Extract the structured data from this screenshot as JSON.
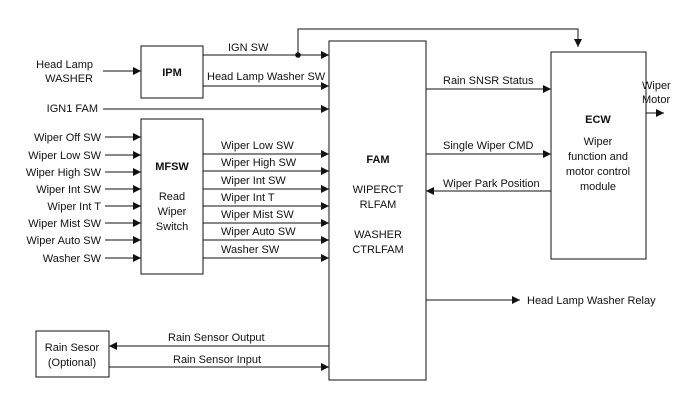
{
  "inputs_left": {
    "head_lamp_washer": [
      "Head Lamp",
      "WASHER"
    ],
    "ign1_fam": "IGN1 FAM",
    "switches": [
      "Wiper Off SW",
      "Wiper Low SW",
      "Wiper High SW",
      "Wiper Int SW",
      "Wiper Int T",
      "Wiper Mist SW",
      "Wiper Auto SW",
      "Washer SW"
    ]
  },
  "ipm": {
    "title": "IPM",
    "outputs": [
      "IGN SW",
      "Head Lamp Washer SW"
    ]
  },
  "mfsw": {
    "title": "MFSW",
    "desc": [
      "Read",
      "Wiper",
      "Switch"
    ],
    "outputs": [
      "Wiper Low SW",
      "Wiper High SW",
      "Wiper Int SW",
      "Wiper Int T",
      "Wiper Mist SW",
      "Wiper Auto SW",
      "Washer SW"
    ]
  },
  "fam": {
    "title": "FAM",
    "desc1": [
      "WIPERCT",
      "RLFAM"
    ],
    "desc2": [
      "WASHER",
      "CTRLFAM"
    ]
  },
  "ecw": {
    "title": "ECW",
    "desc": [
      "Wiper",
      "function and",
      "motor control",
      "module"
    ],
    "output": [
      "Wiper",
      "Motor"
    ]
  },
  "fam_ecw_signals": {
    "rain_snsr_status": "Rain SNSR Status",
    "single_wiper_cmd": "Single Wiper CMD",
    "wiper_park_position": "Wiper Park Position"
  },
  "head_lamp_washer_relay": "Head Lamp Washer Relay",
  "rain_sensor": {
    "title": [
      "Rain Sesor",
      "(Optional)"
    ],
    "output_label": "Rain Sensor Output",
    "input_label": "Rain Sensor Input"
  }
}
